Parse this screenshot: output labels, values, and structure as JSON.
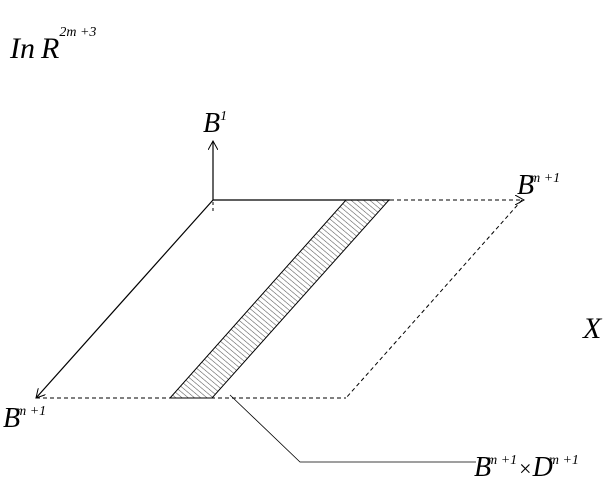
{
  "title": {
    "prefix": "In",
    "base": "R",
    "exponent": "2m +3"
  },
  "axes": {
    "vertical": {
      "base": "B",
      "exponent": "1"
    },
    "right": {
      "base": "B",
      "exponent": "m +1"
    },
    "left": {
      "base": "B",
      "exponent": "m +1"
    }
  },
  "product_label": {
    "base1": "B",
    "exp1": "m +1",
    "times": "×",
    "base2": "D",
    "exp2": "m +1"
  },
  "partial_label": "X"
}
